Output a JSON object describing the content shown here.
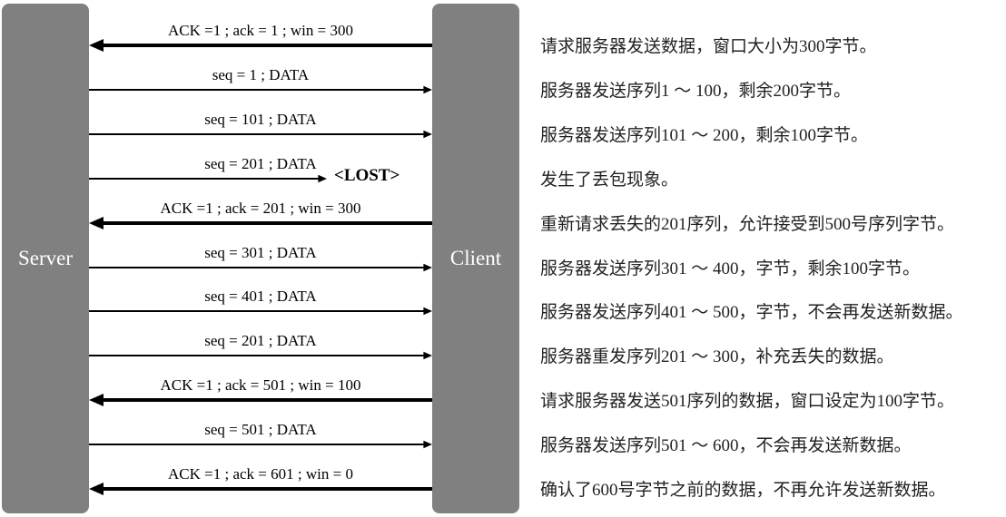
{
  "server_label": "Server",
  "client_label": "Client",
  "lost_label": "<LOST>",
  "messages": [
    {
      "label": "ACK =1 ; ack = 1 ; win = 300",
      "direction": "to-server",
      "thick": true,
      "lost": false
    },
    {
      "label": "seq = 1 ; DATA",
      "direction": "to-client",
      "thick": false,
      "lost": false
    },
    {
      "label": "seq = 101 ; DATA",
      "direction": "to-client",
      "thick": false,
      "lost": false
    },
    {
      "label": "seq = 201 ; DATA",
      "direction": "to-client",
      "thick": false,
      "lost": true
    },
    {
      "label": "ACK =1 ; ack = 201 ; win = 300",
      "direction": "to-server",
      "thick": true,
      "lost": false
    },
    {
      "label": "seq = 301 ; DATA",
      "direction": "to-client",
      "thick": false,
      "lost": false
    },
    {
      "label": "seq = 401 ; DATA",
      "direction": "to-client",
      "thick": false,
      "lost": false
    },
    {
      "label": "seq = 201 ; DATA",
      "direction": "to-client",
      "thick": false,
      "lost": false
    },
    {
      "label": "ACK =1 ; ack = 501 ; win = 100",
      "direction": "to-server",
      "thick": true,
      "lost": false
    },
    {
      "label": "seq = 501 ; DATA",
      "direction": "to-client",
      "thick": false,
      "lost": false
    },
    {
      "label": "ACK =1 ; ack = 601 ; win = 0",
      "direction": "to-server",
      "thick": true,
      "lost": false
    }
  ],
  "descriptions": [
    "请求服务器发送数据，窗口大小为300字节。",
    "服务器发送序列1 ～ 100，剩余200字节。",
    "服务器发送序列101 ～ 200，剩余100字节。",
    "发生了丢包现象。",
    "重新请求丢失的201序列，允许接受到500号序列字节。",
    "服务器发送序列301 ～ 400，字节，剩余100字节。",
    "服务器发送序列401 ～ 500，字节，不会再发送新数据。",
    "服务器重发序列201 ～ 300，补充丢失的数据。",
    "请求服务器发送501序列的数据，窗口设定为100字节。",
    "服务器发送序列501 ～ 600，不会再发送新数据。",
    "确认了600号字节之前的数据，不再允许发送新数据。"
  ]
}
